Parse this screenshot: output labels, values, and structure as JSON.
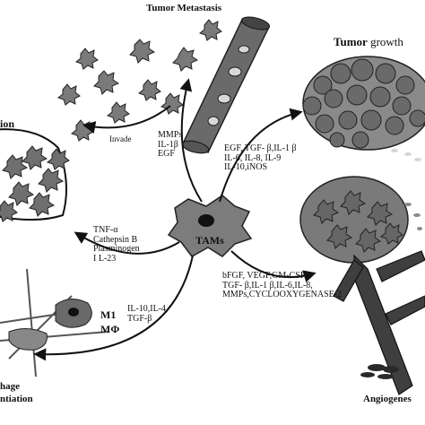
{
  "title_metastasis": "Tumor Metastasis",
  "title_growth_bold": "Tumor",
  "title_growth_rest": "growth",
  "label_invasion_partial": "ion",
  "label_angiogenesis_partial": "Angiogenes",
  "label_macrophage_partial_1": "hage",
  "label_macrophage_partial_2": "ntiation",
  "center_cell_label": "TAMs",
  "invade_label": "Invade",
  "m1_label": "M1",
  "mphi_label": "MΦ",
  "factors_metastasis": [
    "MMPs",
    "IL-1β",
    "EGF"
  ],
  "factors_growth": [
    "EGF, TGF- β,IL-1 β",
    "IL-6, IL-8, IL-9",
    "IL-10,iNOS"
  ],
  "factors_invasion": [
    "TNF-α",
    "Cathepsin B",
    "Plasminogen",
    "I L-23"
  ],
  "factors_angiogenesis": [
    "bFGF, VEGF,GM-CSF",
    "TGF- β,IL-1 β,IL-6,IL-8,",
    "MMPs,CYCLOOXYGENASE-2"
  ],
  "factors_differentiation": [
    "IL-10,IL-4,",
    "TGF-β"
  ],
  "colors": {
    "cell_fill": "#7a7a7a",
    "cell_dark": "#4a4a4a",
    "arrow": "#111111",
    "vessel": "#555555"
  }
}
